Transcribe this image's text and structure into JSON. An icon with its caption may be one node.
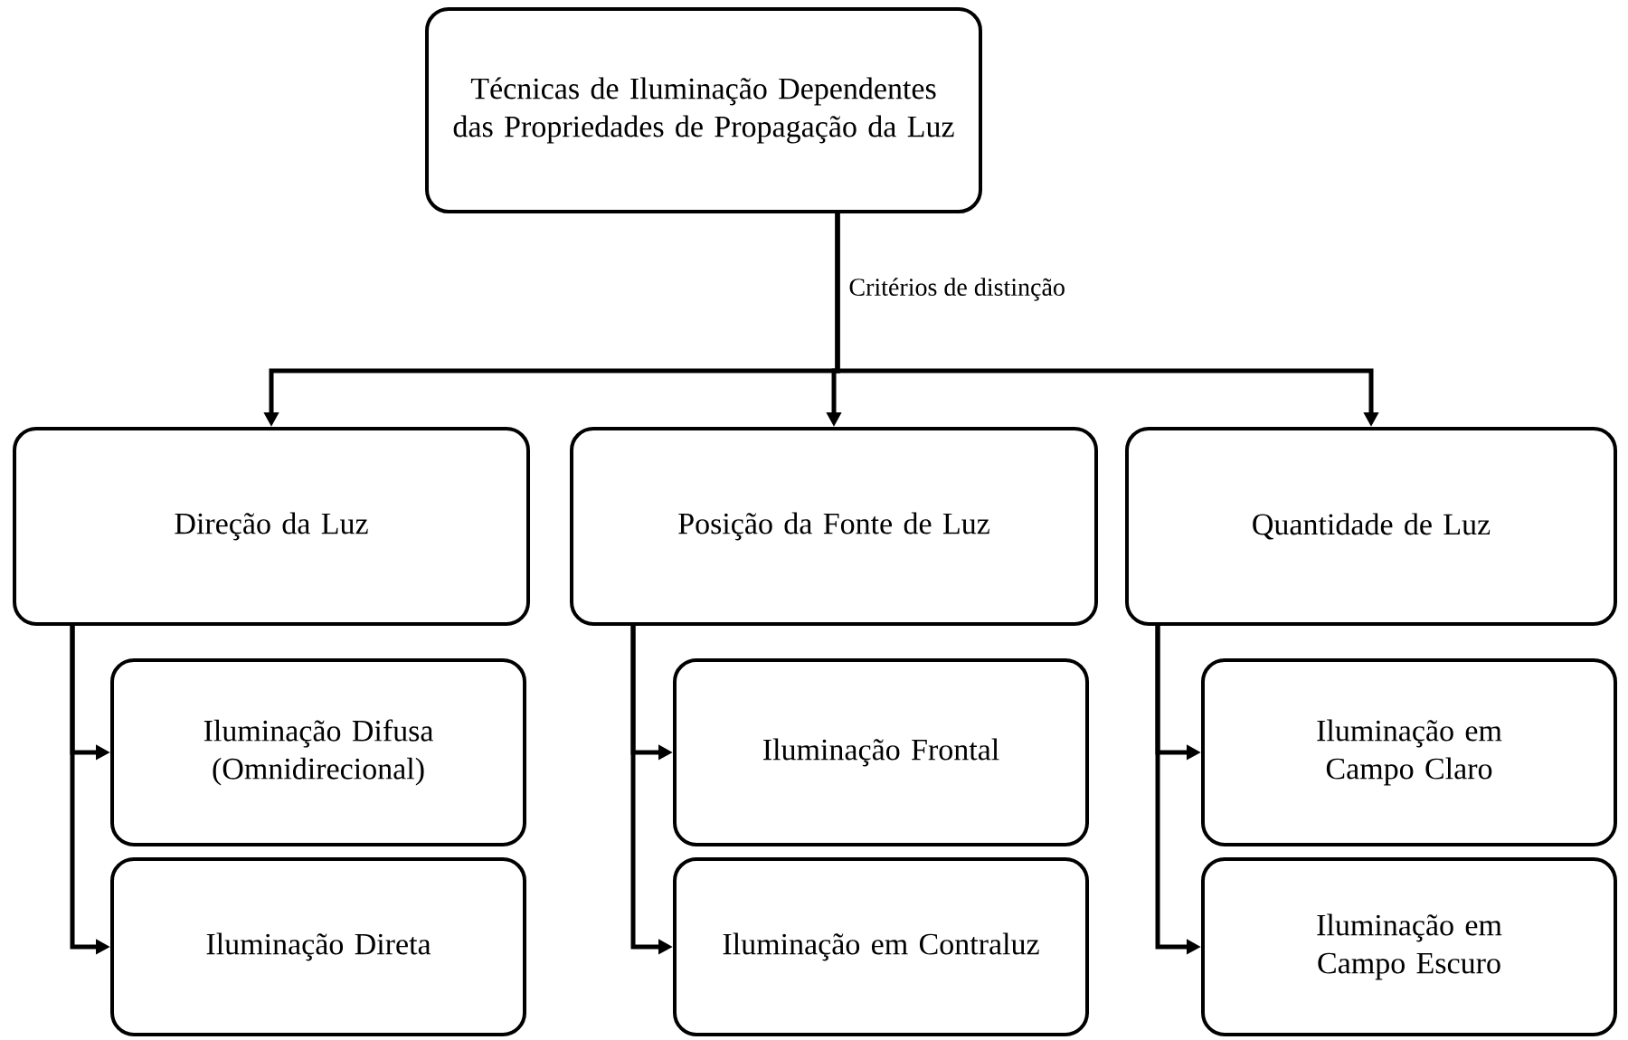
{
  "diagram": {
    "nodes": [
      {
        "text": [
          "Técnicas de Iluminação Dependentes das Propriedades de Propagação da Luz"
        ]
      },
      {
        "text": [
          "Direção da Luz"
        ]
      },
      {
        "text": [
          "Posição da Fonte de Luz"
        ]
      },
      {
        "text": [
          "Quantidade de Luz"
        ]
      },
      {
        "text": [
          "Iluminação Difusa (Omnidirecional)"
        ]
      },
      {
        "text": [
          "Iluminação Direta"
        ]
      },
      {
        "text": [
          "Iluminação Frontal"
        ]
      },
      {
        "text": [
          "Iluminação em Contraluz"
        ]
      },
      {
        "text": [
          "Iluminação em Campo Claro"
        ]
      },
      {
        "text": [
          "Iluminação em Campo Escuro"
        ]
      }
    ],
    "edges": [
      {
        "from": 0,
        "to": 1,
        "arrow": "to"
      },
      {
        "from": 0,
        "to": 2,
        "arrow": "to",
        "label": "Critérios de distinção"
      },
      {
        "from": 0,
        "to": 3,
        "arrow": "to"
      },
      {
        "from": 1,
        "to": 4,
        "arrow": "to"
      },
      {
        "from": 1,
        "to": 5,
        "arrow": "to"
      },
      {
        "from": 2,
        "to": 6,
        "arrow": "to"
      },
      {
        "from": 2,
        "to": 7,
        "arrow": "to"
      },
      {
        "from": 3,
        "to": 8,
        "arrow": "to"
      },
      {
        "from": 3,
        "to": 9,
        "arrow": "to"
      }
    ]
  }
}
